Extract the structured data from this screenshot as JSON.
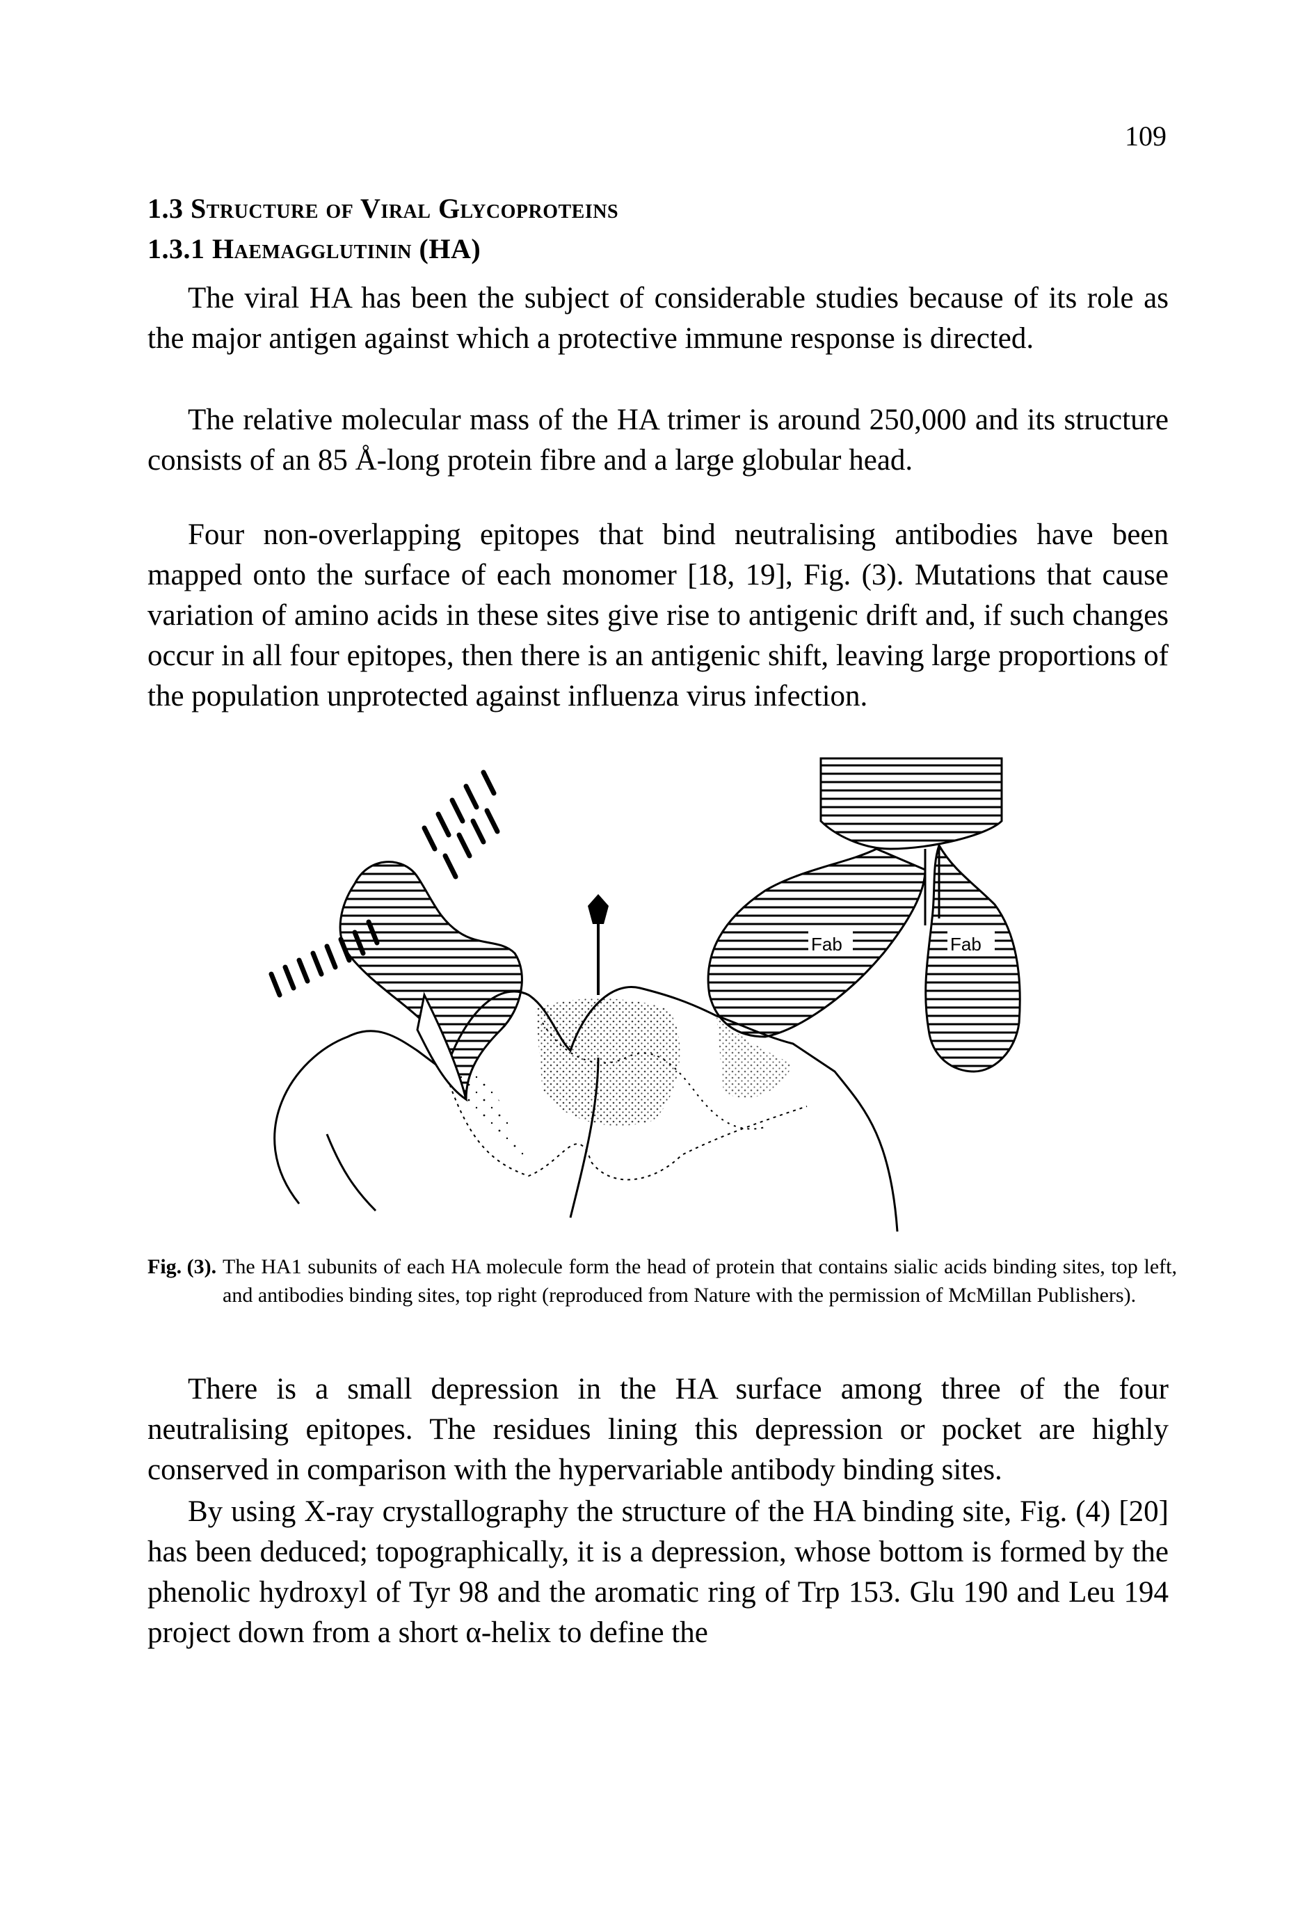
{
  "page": {
    "number": "109"
  },
  "headings": {
    "section": "1.3 Structure of Viral Glycoproteins",
    "subsection": "1.3.1 Haemagglutinin (HA)"
  },
  "paragraphs": [
    "The viral HA has been the subject of considerable studies because of its role as the major antigen against which a protective immune response is directed.",
    "The relative molecular mass of the HA trimer is around 250,000 and its structure consists of an 85 Å-long protein fibre and a large globular head.",
    "Four non-overlapping epitopes that bind neutralising antibodies have been mapped onto the surface of each monomer [18, 19], Fig. (3). Mutations that cause variation of amino acids in these sites give rise to antigenic drift and, if such changes occur in all four epitopes, then there is an antigenic shift, leaving large proportions of the population unprotected against influenza virus infection.",
    "There is a small depression in the HA surface among three of the four neutralising epitopes. The residues lining this depression or pocket are highly conserved in comparison with the hypervariable antibody binding sites.",
    "By using X-ray crystallography the structure of the HA binding site, Fig. (4) [20] has been deduced; topographically, it is a depression, whose bottom is formed by the phenolic hydroxyl of Tyr 98 and the aromatic ring of Trp 153. Glu 190 and Leu 194 project down from a short α-helix to define the"
  ],
  "figure": {
    "labels": {
      "fab_left": "Fab",
      "fab_right": "Fab"
    },
    "caption": {
      "label": "Fig. (3).",
      "text": "The HA1 subunits of each HA molecule form the head of protein that contains sialic acids binding sites, top left, and antibodies binding sites, top right (reproduced from Nature with the permission of McMillan Publishers)."
    }
  }
}
